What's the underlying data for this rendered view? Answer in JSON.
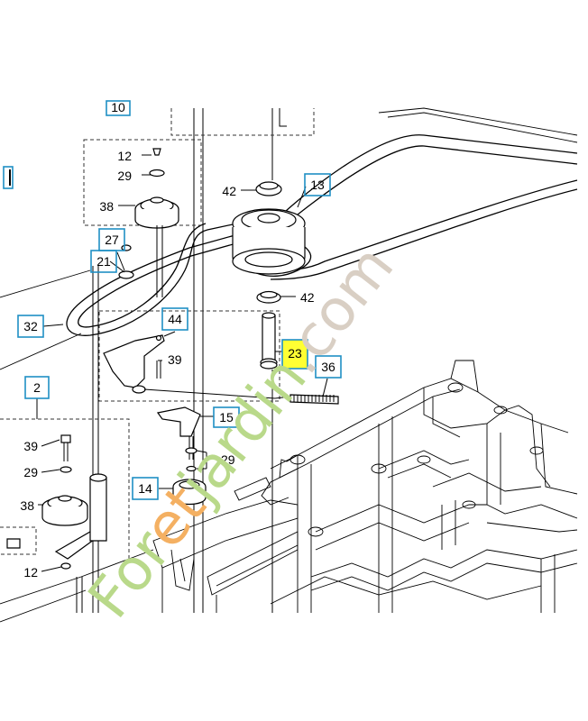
{
  "callouts": [
    {
      "id": "c10",
      "text": "10",
      "boxed": true
    },
    {
      "id": "c12a",
      "text": "12",
      "boxed": false
    },
    {
      "id": "c29a",
      "text": "29",
      "boxed": false
    },
    {
      "id": "c38a",
      "text": "38",
      "boxed": false
    },
    {
      "id": "c42a",
      "text": "42",
      "boxed": false
    },
    {
      "id": "c13",
      "text": "13",
      "boxed": true
    },
    {
      "id": "c27",
      "text": "27",
      "boxed": true
    },
    {
      "id": "c21",
      "text": "21",
      "boxed": true
    },
    {
      "id": "c42b",
      "text": "42",
      "boxed": false
    },
    {
      "id": "c32",
      "text": "32",
      "boxed": true
    },
    {
      "id": "c44",
      "text": "44",
      "boxed": true
    },
    {
      "id": "c39a",
      "text": "39",
      "boxed": false
    },
    {
      "id": "c23",
      "text": "23",
      "boxed": true,
      "highlight": true
    },
    {
      "id": "c36",
      "text": "36",
      "boxed": true
    },
    {
      "id": "c2",
      "text": "2",
      "boxed": true
    },
    {
      "id": "c15",
      "text": "15",
      "boxed": true
    },
    {
      "id": "c39b",
      "text": "39",
      "boxed": false
    },
    {
      "id": "c29b",
      "text": "29",
      "boxed": false
    },
    {
      "id": "c29c",
      "text": "29",
      "boxed": false
    },
    {
      "id": "c14",
      "text": "14",
      "boxed": true
    },
    {
      "id": "c38b",
      "text": "38",
      "boxed": false
    },
    {
      "id": "c12b",
      "text": "12",
      "boxed": false
    }
  ],
  "watermark": {
    "text": "Foretjardin.com",
    "colors": {
      "green": "#b9d98a",
      "orange": "#f4b062",
      "gray": "#d9cfc4"
    }
  },
  "colors": {
    "callout_border": "#1f8fc4",
    "highlight": "#ffff33"
  }
}
